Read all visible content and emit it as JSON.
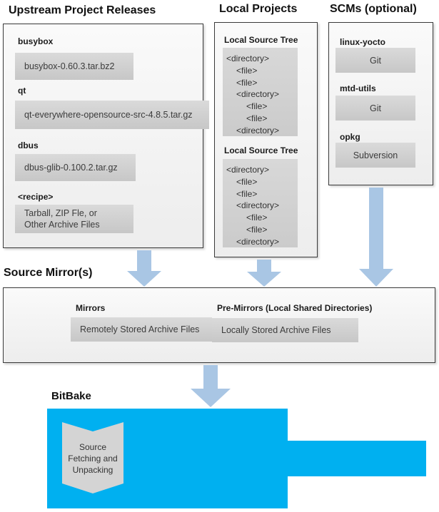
{
  "upstream": {
    "title": "Upstream Project Releases",
    "items": [
      {
        "label": "busybox",
        "value": "busybox-0.60.3.tar.bz2"
      },
      {
        "label": "qt",
        "value": "qt-everywhere-opensource-src-4.8.5.tar.gz"
      },
      {
        "label": "dbus",
        "value": "dbus-glib-0.100.2.tar.gz"
      },
      {
        "label": "<recipe>",
        "value": "Tarball, ZIP Fle, or\nOther Archive Files"
      }
    ]
  },
  "local_projects": {
    "title": "Local Projects",
    "trees": [
      {
        "label": "Local Source Tree",
        "lines": [
          {
            "text": "<directory>",
            "level": 0
          },
          {
            "text": "<file>",
            "level": 1
          },
          {
            "text": "<file>",
            "level": 1
          },
          {
            "text": "<directory>",
            "level": 1
          },
          {
            "text": "<file>",
            "level": 2
          },
          {
            "text": "<file>",
            "level": 2
          },
          {
            "text": "<directory>",
            "level": 1
          }
        ]
      },
      {
        "label": "Local Source Tree",
        "lines": [
          {
            "text": "<directory>",
            "level": 0
          },
          {
            "text": "<file>",
            "level": 1
          },
          {
            "text": "<file>",
            "level": 1
          },
          {
            "text": "<directory>",
            "level": 1
          },
          {
            "text": "<file>",
            "level": 2
          },
          {
            "text": "<file>",
            "level": 2
          },
          {
            "text": "<directory>",
            "level": 1
          }
        ]
      }
    ]
  },
  "scms": {
    "title": "SCMs (optional)",
    "items": [
      {
        "label": "linux-yocto",
        "value": "Git"
      },
      {
        "label": "mtd-utils",
        "value": "Git"
      },
      {
        "label": "opkg",
        "value": "Subversion"
      }
    ]
  },
  "source_mirrors": {
    "title": "Source Mirror(s)",
    "items": [
      {
        "label": "Mirrors",
        "value": "Remotely Stored Archive Files"
      },
      {
        "label": "Pre-Mirrors (Local Shared Directories)",
        "value": "Locally Stored Archive Files"
      }
    ]
  },
  "bitbake": {
    "title": "BitBake",
    "process": "Source\nFetching and\nUnpacking"
  },
  "colors": {
    "bitbake_blue": "#00b0f0",
    "arrow_blue": "#a9c6e4",
    "item_box_gray": "#d9d9d9",
    "outer_box_border": "#3a3a3a"
  }
}
